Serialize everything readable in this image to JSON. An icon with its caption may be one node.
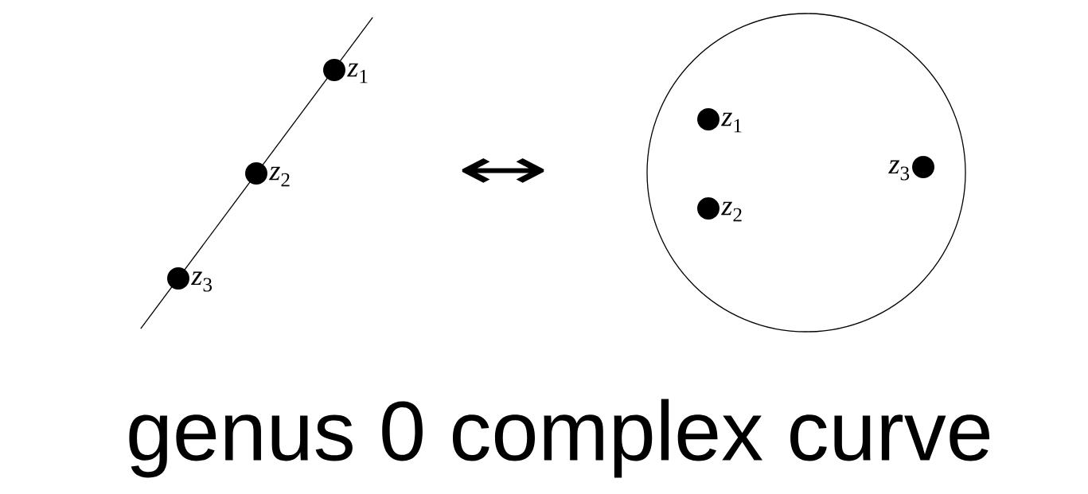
{
  "diagram": {
    "caption": "genus 0 complex curve",
    "nodes": [
      {
        "text": [],
        "shape": "line"
      },
      {
        "text": [],
        "shape": "circle",
        "in": 0,
        "beside": [
          "*z*$_{1}$"
        ]
      },
      {
        "text": [],
        "shape": "circle",
        "in": 0,
        "beside": [
          "*z*$_{2}$"
        ]
      },
      {
        "text": [],
        "shape": "circle",
        "in": 0,
        "beside": [
          "*z*$_{3}$"
        ]
      },
      {
        "text": [],
        "shape": "circle"
      },
      {
        "text": [],
        "shape": "circle",
        "in": 4,
        "beside": [
          "*z*$_{1}$"
        ]
      },
      {
        "text": [],
        "shape": "circle",
        "in": 4,
        "beside": [
          "*z*$_{2}$"
        ]
      },
      {
        "text": [],
        "shape": "circle",
        "in": 4,
        "beside": [
          "*z*$_{3}$"
        ]
      }
    ],
    "labels": [
      "↔"
    ]
  }
}
